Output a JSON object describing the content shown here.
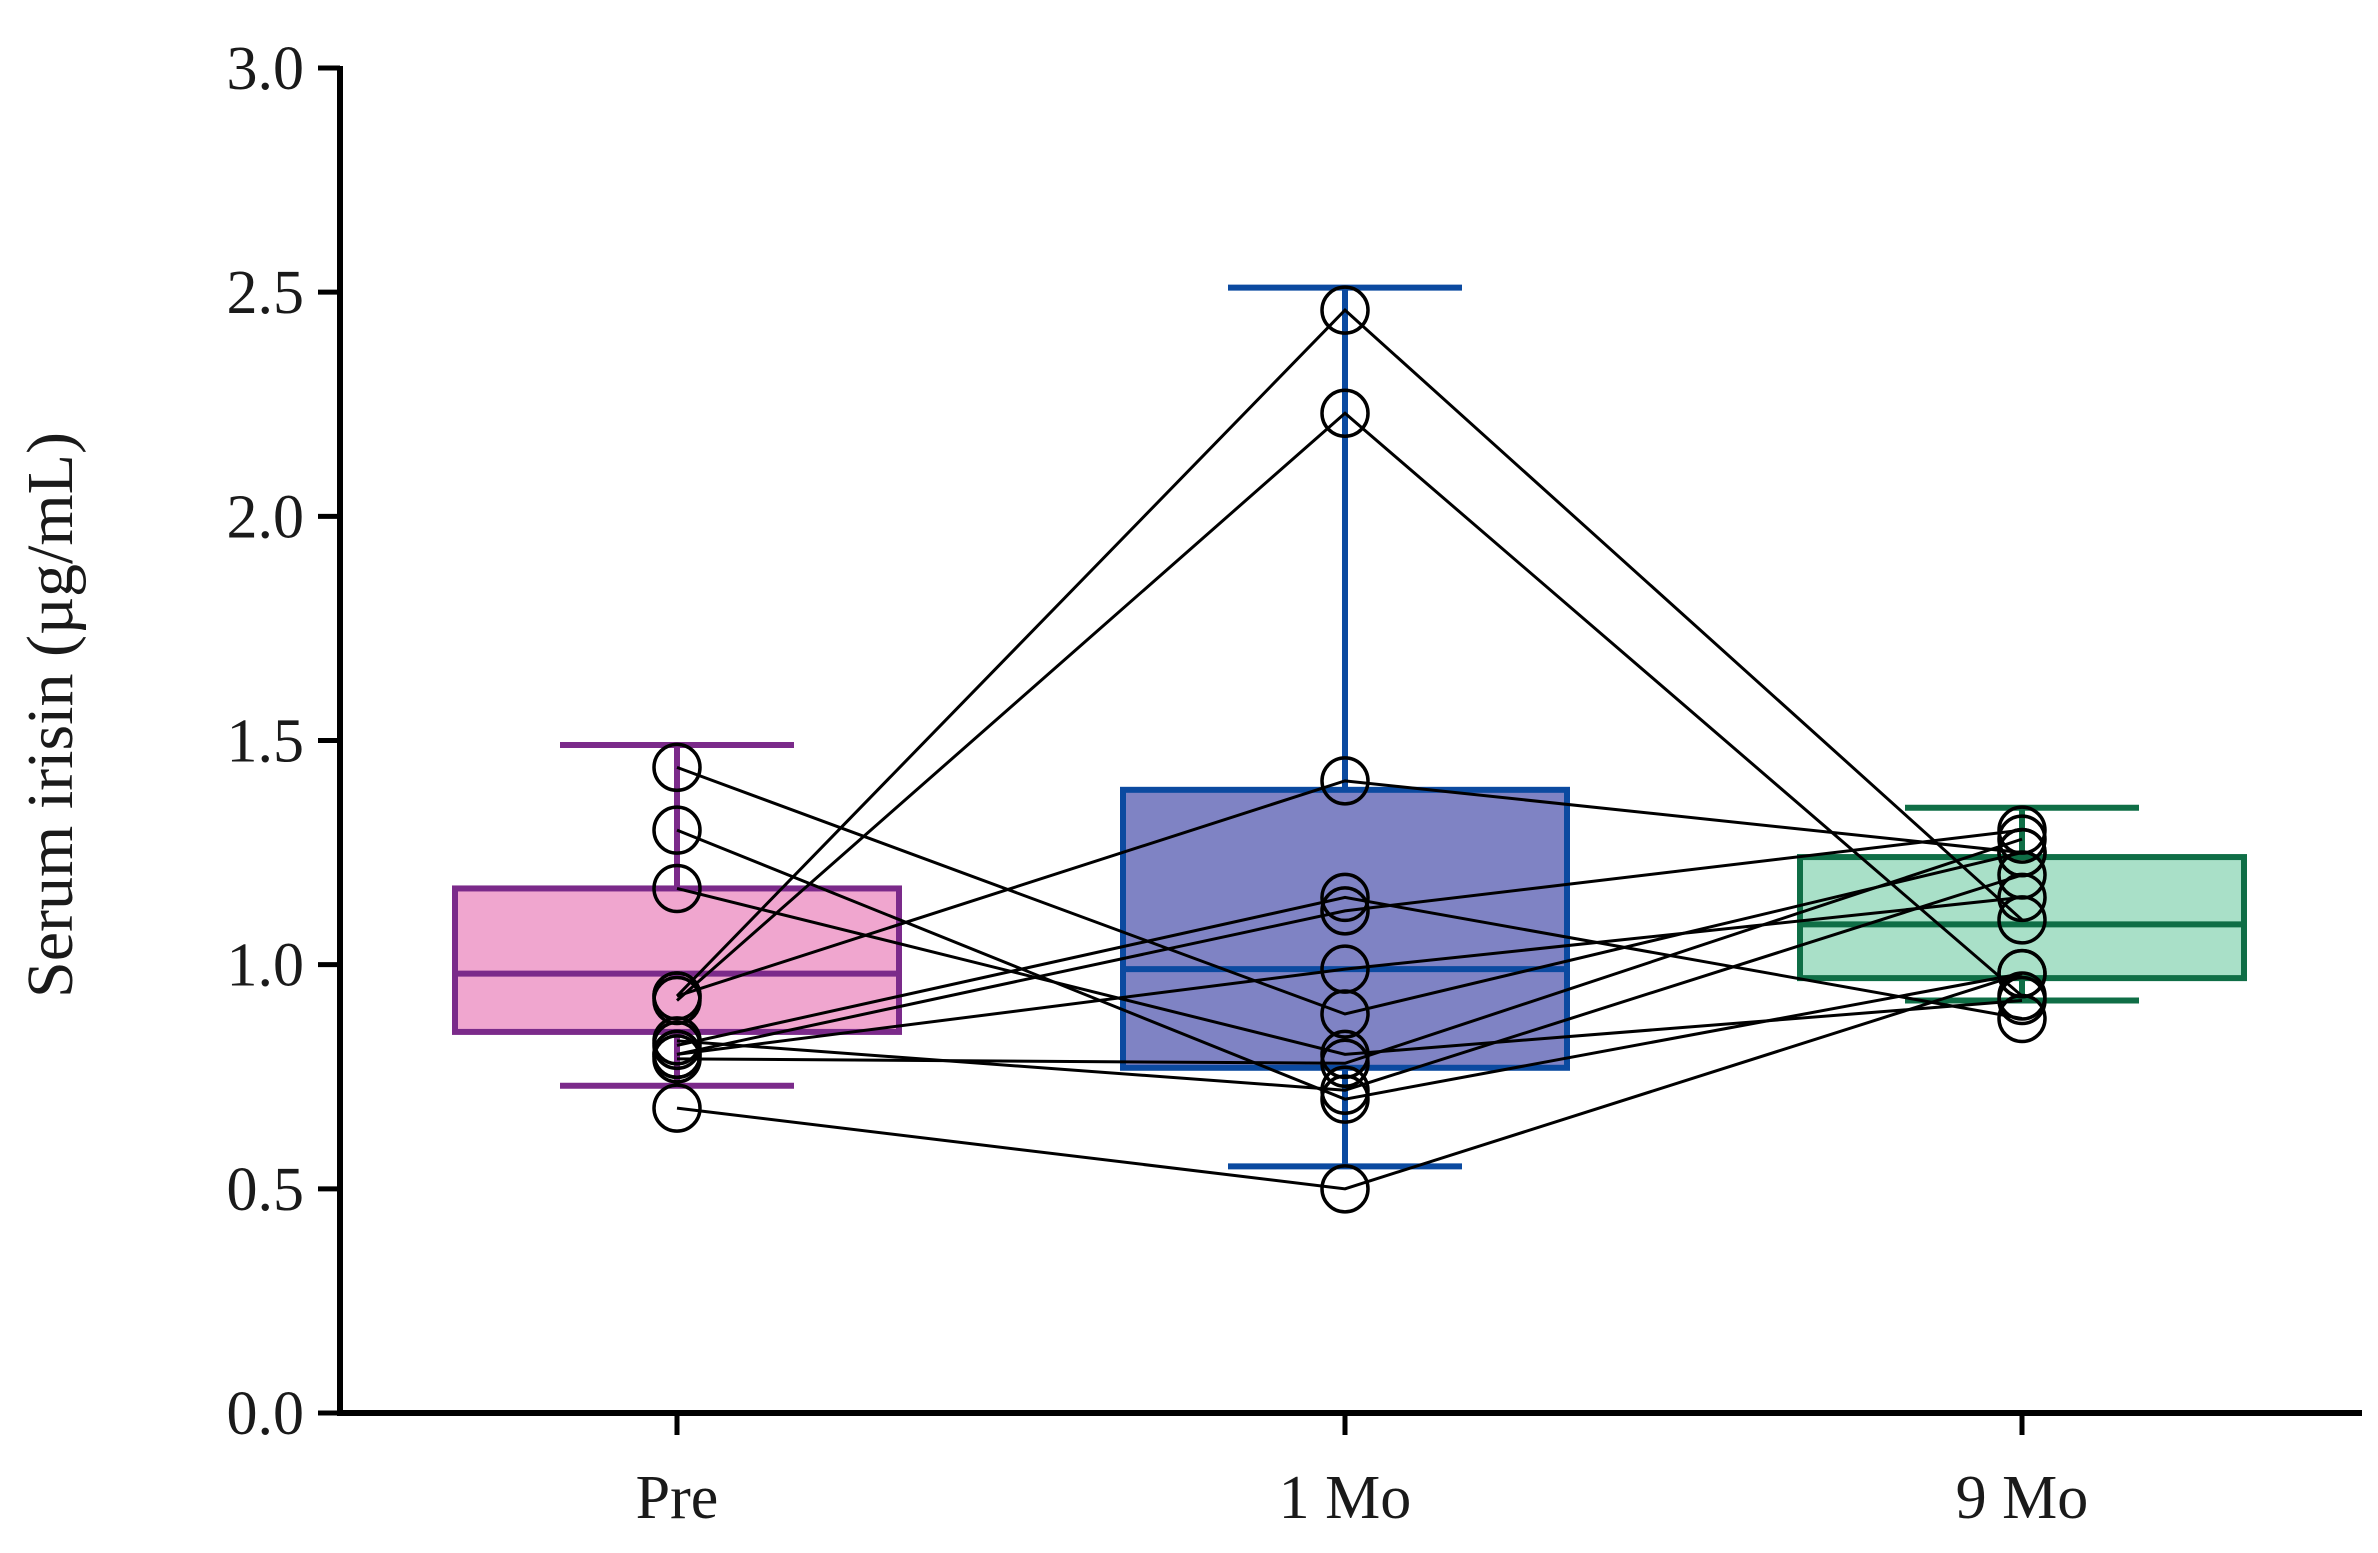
{
  "chart_data": {
    "type": "box",
    "title": "",
    "xlabel": "",
    "ylabel": "Serum irisin (µg/mL)",
    "ylim": [
      0,
      3.0
    ],
    "yticks": [
      "0.0",
      "0.5",
      "1.0",
      "1.5",
      "2.0",
      "2.5",
      "3.0"
    ],
    "grid": false,
    "categories": [
      "Pre",
      "1 Mo",
      "9 Mo"
    ],
    "boxes": [
      {
        "category": "Pre",
        "whisker_low": 0.73,
        "q1": 0.85,
        "median": 0.98,
        "q3": 1.17,
        "whisker_high": 1.49,
        "fill": "#f0a6cf",
        "stroke": "#7b2a8a"
      },
      {
        "category": "1 Mo",
        "whisker_low": 0.55,
        "q1": 0.77,
        "median": 0.99,
        "q3": 1.39,
        "whisker_high": 2.51,
        "fill": "#7f83c4",
        "stroke": "#0b4aa0"
      },
      {
        "category": "9 Mo",
        "whisker_low": 0.92,
        "q1": 0.97,
        "median": 1.09,
        "q3": 1.24,
        "whisker_high": 1.35,
        "fill": "#a9e0c8",
        "stroke": "#0f6e46"
      }
    ],
    "subjects": [
      [
        1.44,
        0.89,
        1.25
      ],
      [
        1.3,
        0.7,
        0.98
      ],
      [
        1.17,
        0.8,
        0.92
      ],
      [
        0.93,
        2.46,
        1.1
      ],
      [
        0.92,
        2.23,
        0.93
      ],
      [
        0.93,
        1.41,
        1.25
      ],
      [
        0.82,
        1.15,
        0.88
      ],
      [
        0.8,
        1.12,
        1.3
      ],
      [
        0.8,
        0.99,
        1.15
      ],
      [
        0.79,
        0.78,
        1.28
      ],
      [
        0.68,
        0.5,
        0.98
      ],
      [
        0.83,
        0.72,
        1.2
      ]
    ],
    "colors": {
      "axis": "#000000",
      "line": "#000000",
      "marker": "#000000"
    }
  }
}
